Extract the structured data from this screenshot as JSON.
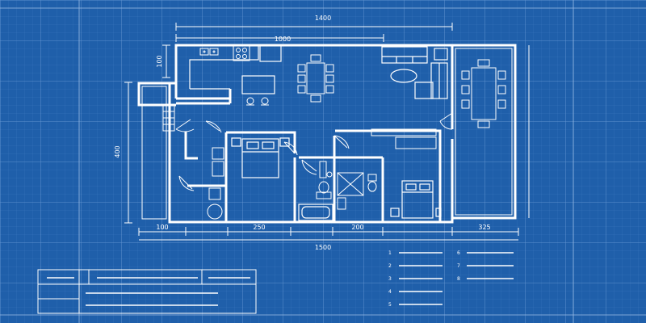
{
  "colors": {
    "background": "#1f5faa",
    "line": "#ffffff",
    "grid": "#5c8fcf"
  },
  "dimensions": {
    "top_overall": "1400",
    "top_inner": "1000",
    "left_small": "100",
    "left_height": "400",
    "bottom_a": "100",
    "bottom_b": "250",
    "bottom_c": "200",
    "bottom_d": "325",
    "bottom_total": "1500"
  },
  "legend": {
    "items": [
      {
        "num": "1"
      },
      {
        "num": "2"
      },
      {
        "num": "3"
      },
      {
        "num": "4"
      },
      {
        "num": "5"
      },
      {
        "num": "6"
      },
      {
        "num": "7"
      },
      {
        "num": "8"
      }
    ]
  },
  "icons": [
    "dining-table-icon",
    "bed-icon",
    "sofa-icon",
    "toilet-icon",
    "bathtub-icon",
    "stove-icon",
    "sink-icon",
    "bar-stool-icon"
  ]
}
